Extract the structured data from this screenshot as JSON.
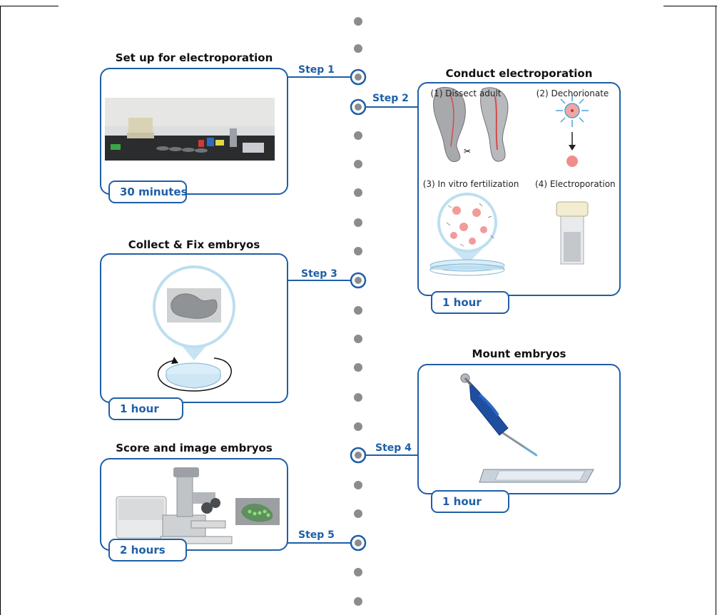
{
  "steps": [
    {
      "label": "Step 1",
      "title": "Set up for electroporation",
      "duration": "30 minutes"
    },
    {
      "label": "Step 2",
      "title": "Conduct electroporation",
      "duration": "1 hour",
      "substeps": [
        "(1) Dissect adult",
        "(2) Dechorionate",
        "(3) In vitro fertilization",
        "(4) Electroporation"
      ]
    },
    {
      "label": "Step 3",
      "title": "Collect & Fix embryos",
      "duration": "1 hour"
    },
    {
      "label": "Step 4",
      "title": "Mount embryos",
      "duration": "1 hour"
    },
    {
      "label": "Step 5",
      "title": "Score and image embryos",
      "duration": "2 hours"
    }
  ],
  "colors": {
    "accent": "#1f5fa8",
    "timeline_dot": "#8c8c8c"
  },
  "icons": [
    "lab-bench-photo",
    "tunicate-dissection-icon",
    "dechorionate-icon",
    "fertilization-dish-icon",
    "cuvette-icon",
    "petri-dish-icon",
    "pipette-icon",
    "glass-slide-icon",
    "microscope-icon",
    "embryo-fluorescence-icon"
  ]
}
